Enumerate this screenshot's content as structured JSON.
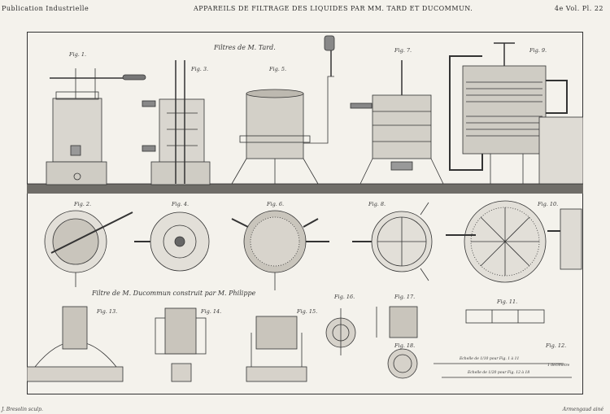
{
  "header": {
    "left": "Publication Industrielle",
    "center": "APPAREILS DE FILTRAGE DES LIQUIDES PAR MM. TARD ET DUCOMMUN.",
    "right": "4e Vol. Pl. 22"
  },
  "titles": {
    "upper": "Filtres de M. Tard.",
    "lower": "Filtre de M. Ducommun construit par M. Philippe"
  },
  "figures": {
    "f1": "Fig. 1.",
    "f2": "Fig. 2.",
    "f3": "Fig. 3.",
    "f4": "Fig. 4.",
    "f5": "Fig. 5.",
    "f6": "Fig. 6.",
    "f7": "Fig. 7.",
    "f8": "Fig. 8.",
    "f9": "Fig. 9.",
    "f10": "Fig. 10.",
    "f11": "Fig. 11.",
    "f12": "Fig. 12.",
    "f13": "Fig. 13.",
    "f14": "Fig. 14.",
    "f15": "Fig. 15.",
    "f16": "Fig. 16.",
    "f17": "Fig. 17.",
    "f18": "Fig. 18."
  },
  "scales": {
    "a": "Echelle de 1/10 pour Fig. 1 à 11",
    "b": "Echelle de 1/20 pour Fig. 12 à 18",
    "unit": "1 decimetre"
  },
  "footer": {
    "left": "J. Bresolin sculp.",
    "right": "Armengaud ainé"
  }
}
